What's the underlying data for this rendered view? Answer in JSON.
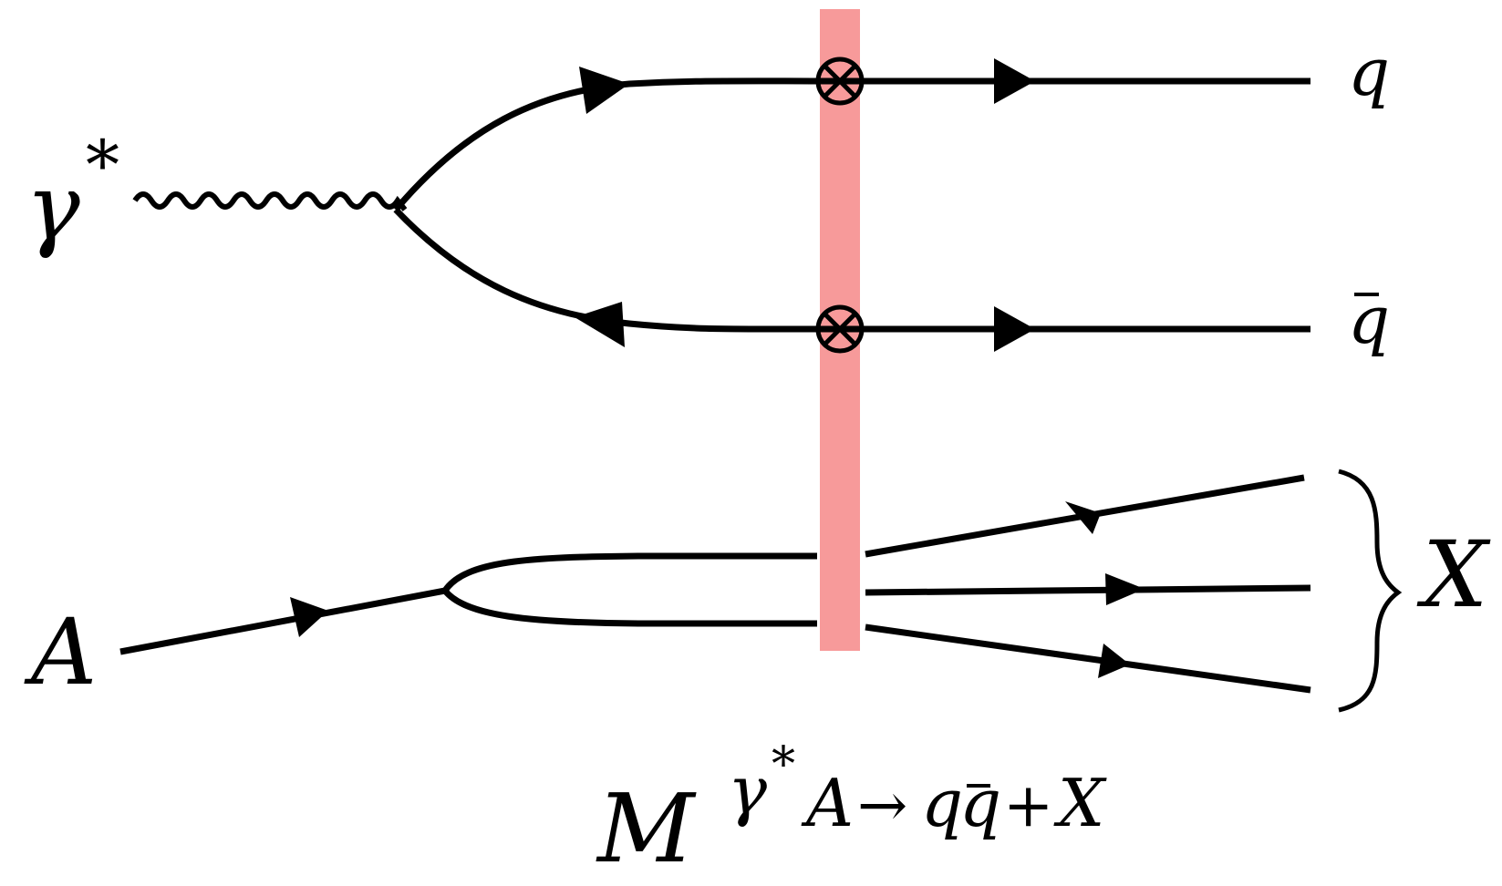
{
  "labels": {
    "photon": "γ",
    "photon_star": "*",
    "quark": "q",
    "antiquark": "q",
    "nucleus": "A",
    "final_state": "X",
    "amp_M": "M",
    "amp_gamma": "γ",
    "amp_star": "*",
    "amp_rest_A": "A",
    "amp_arrow": "→",
    "amp_q": "q",
    "amp_qbar": "q",
    "amp_plus": "+",
    "amp_X": "X"
  },
  "colors": {
    "shockwave": "#f79a9a",
    "line": "#000000"
  },
  "icons": {
    "vertex": "circle-times-icon",
    "arrow": "arrowhead-icon"
  }
}
